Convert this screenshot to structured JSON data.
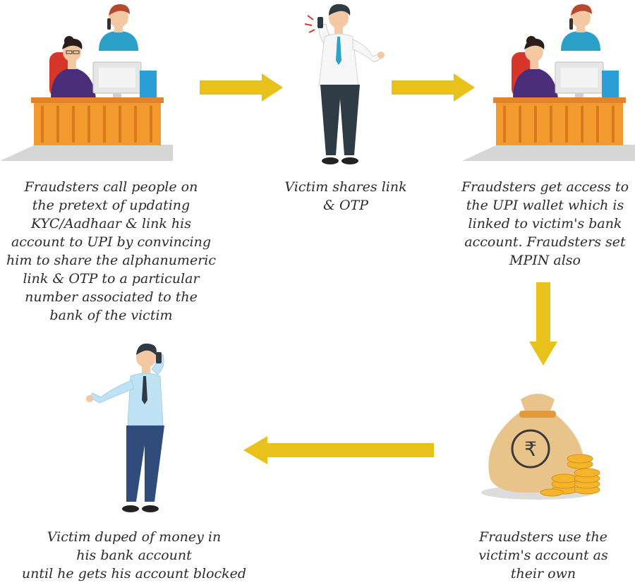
{
  "steps": [
    {
      "id": "fraudster-call",
      "caption_lines": [
        "Fraudsters call people on",
        "the pretext of updating",
        "KYC/Aadhaar & link his",
        "account to UPI by convincing",
        "him to share the alphanumeric",
        "link & OTP to a particular",
        "number associated to the",
        "bank of the victim"
      ]
    },
    {
      "id": "victim-shares",
      "caption_lines": [
        "Victim shares link",
        "& OTP"
      ]
    },
    {
      "id": "fraudster-access",
      "caption_lines": [
        "Fraudsters get access to",
        "the UPI wallet which is",
        "linked to victim's bank",
        "account. Fraudsters set",
        "MPIN also"
      ]
    },
    {
      "id": "use-account",
      "caption_lines": [
        "Fraudsters use the",
        "victim's account as",
        "their own"
      ]
    },
    {
      "id": "victim-duped",
      "caption_lines": [
        "Victim duped of money in",
        "his bank account",
        "until he gets his account blocked"
      ]
    }
  ],
  "money_bag_symbol": "₹",
  "colors": {
    "arrow": "#E8C21A",
    "desk": "#F29A2E",
    "desk_dark": "#D9791C",
    "shirt": "#BFE3F5",
    "trousers": "#2F3B45",
    "bag": "#E8C38A",
    "coin": "#F4B52B"
  }
}
